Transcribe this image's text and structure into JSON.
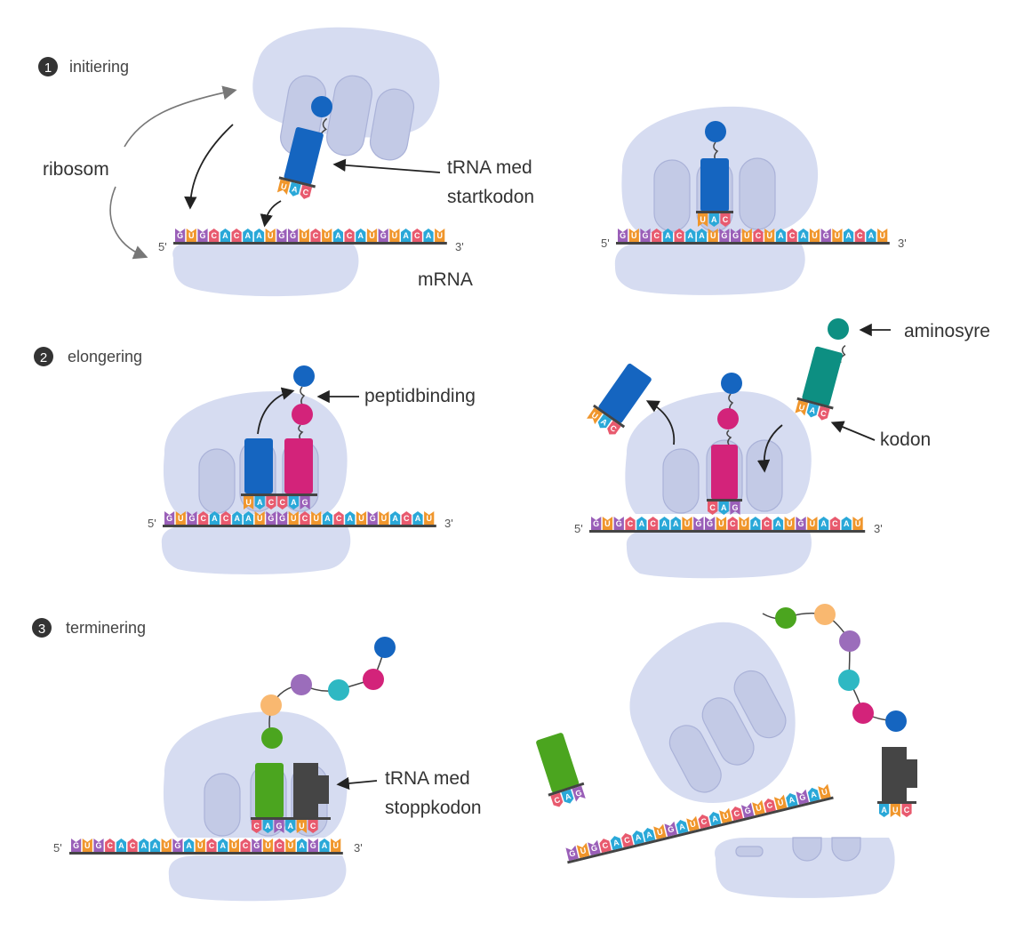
{
  "steps": [
    {
      "number": "1",
      "label": "initiering"
    },
    {
      "number": "2",
      "label": "elongering"
    },
    {
      "number": "3",
      "label": "terminering"
    }
  ],
  "labels": {
    "ribosom": "ribosom",
    "trna_start_1": "tRNA med",
    "trna_start_2": "startkodon",
    "mrna": "mRNA",
    "peptidbinding": "peptidbinding",
    "aminosyre": "aminosyre",
    "kodon": "kodon",
    "trna_stop_1": "tRNA med",
    "trna_stop_2": "stoppkodon",
    "five_prime": "5'",
    "three_prime": "3'"
  },
  "sequences": {
    "mrna_1_2": "GUGCACAAUGGUCUACAUGUACAU",
    "mrna_3": "GUGCACAAUGAUCAUCGUCUAGAU",
    "anticodon_start": "UAC",
    "anticodons_elong": "UACCAG",
    "anticodon_cag": "CAG",
    "anticodons_term": "CAGAUC",
    "anticodon_release": "AUC"
  },
  "colors": {
    "G": "#9a5fb8",
    "U": "#f0962c",
    "C": "#e85a6e",
    "A": "#2aa8d8",
    "trna_blue": "#1565c0",
    "trna_magenta": "#d3237a",
    "trna_teal": "#0d8f82",
    "trna_green": "#4ba51f",
    "release_factor": "#454545",
    "ribosome": "#d6dcf1"
  }
}
